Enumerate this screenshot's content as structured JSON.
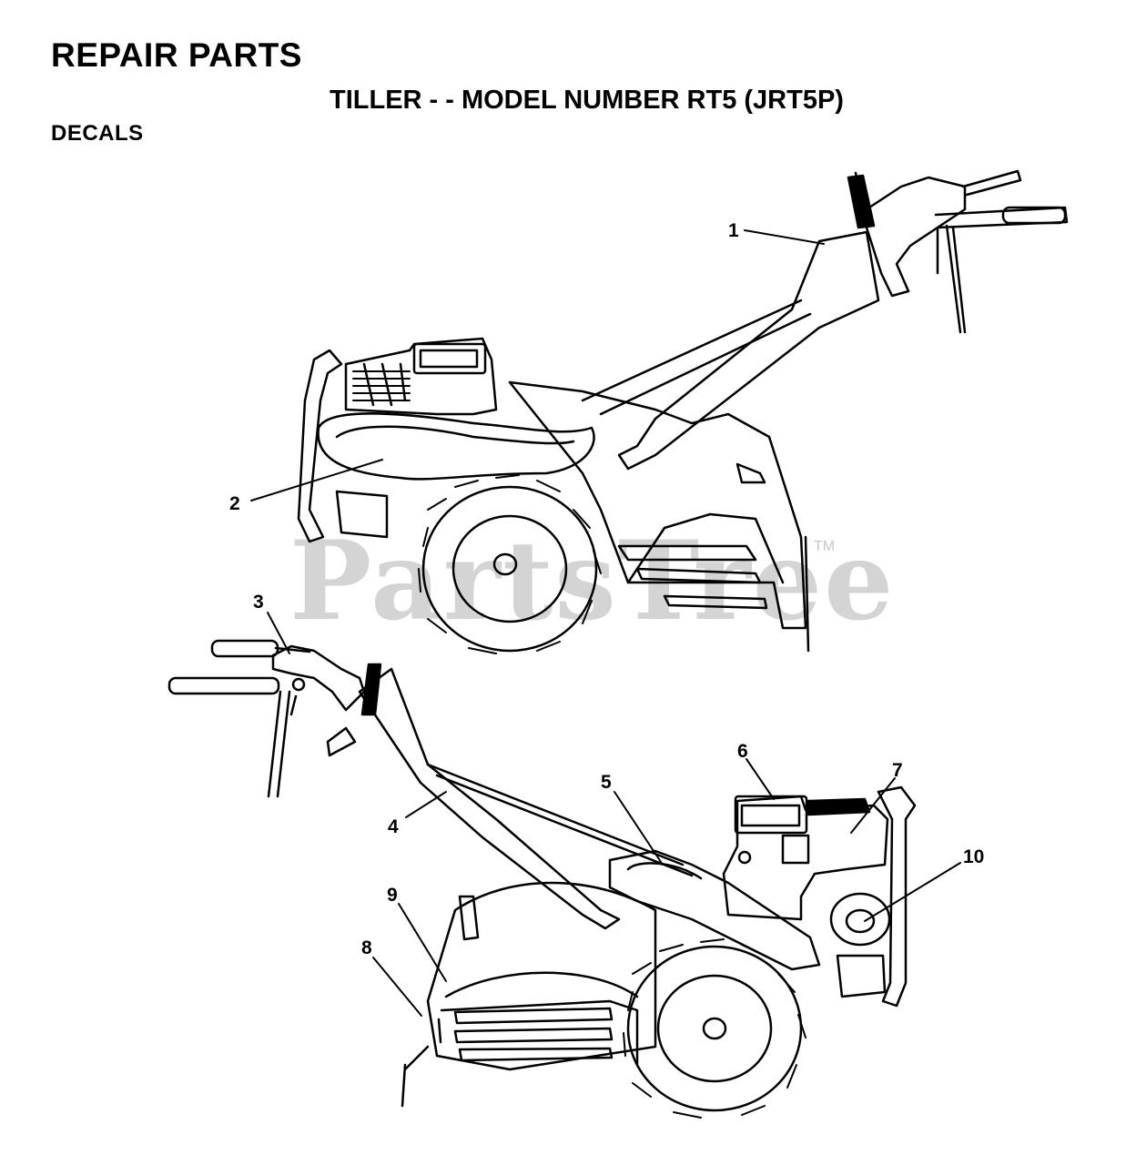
{
  "header": {
    "title": "REPAIR PARTS",
    "subtitle": "TILLER - - MODEL NUMBER RT5 (JRT5P)",
    "section": "DECALS"
  },
  "watermark": {
    "text": "PartsTree",
    "tm": "TM"
  },
  "callouts": [
    "1",
    "2",
    "3",
    "4",
    "5",
    "6",
    "7",
    "8",
    "9",
    "10"
  ]
}
